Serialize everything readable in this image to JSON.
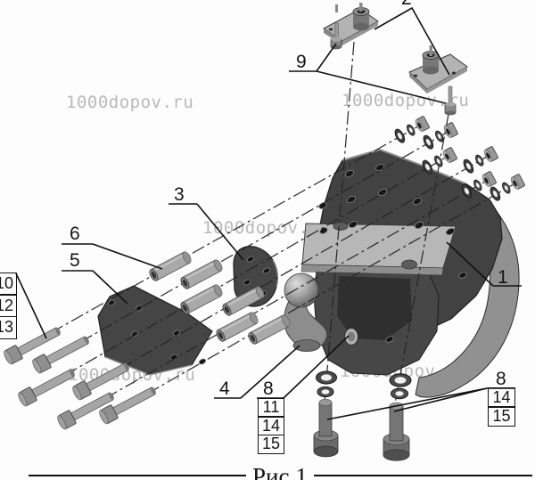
{
  "figure": {
    "caption": "Рис.1",
    "watermark": "1000dopov.ru"
  },
  "callouts": {
    "part1": "1",
    "part2": "2",
    "part3": "3",
    "part4": "4",
    "part5": "5",
    "part6": "6",
    "part8_ball": "8",
    "part8_bolts": "8",
    "part9": "9"
  },
  "part_lists": {
    "left": [
      "10",
      "12",
      "13"
    ],
    "center": [
      "11",
      "14",
      "15"
    ],
    "right": [
      "14",
      "15"
    ]
  },
  "colors": {
    "background": "#fdfdfd",
    "outline": "#1a1a1a",
    "dark_steel": "#454545",
    "light_steel": "#b3b3b3",
    "watermark": "#b9b9b9"
  }
}
